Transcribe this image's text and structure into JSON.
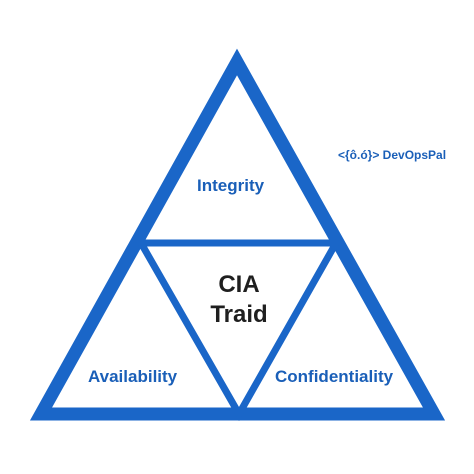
{
  "diagram": {
    "center": {
      "line1": "CIA",
      "line2": "Traid"
    },
    "sections": {
      "top": "Integrity",
      "bottom_left": "Availability",
      "bottom_right": "Confidentiality"
    },
    "colors": {
      "stroke": "#1a66c8",
      "section_text": "#1a5fb8",
      "center_text": "#1f1f1f"
    }
  },
  "brand": {
    "text": "<{ô.ó}> DevOpsPal",
    "color": "#1a5fb8"
  }
}
